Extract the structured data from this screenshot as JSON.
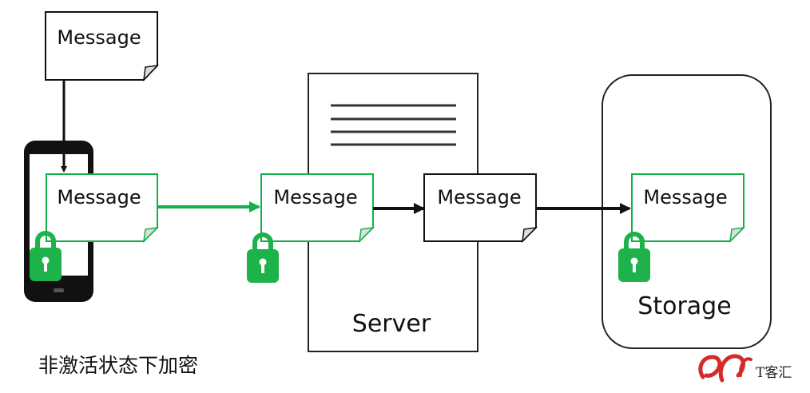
{
  "notes": {
    "top": "Message",
    "phone": "Message",
    "server_in": "Message",
    "server_out": "Message",
    "storage": "Message"
  },
  "server": {
    "label": "Server"
  },
  "storage": {
    "label": "Storage"
  },
  "caption": "非激活状态下加密",
  "logo": {
    "text": "T客汇"
  },
  "colors": {
    "encrypted": "#12b04a",
    "plain": "#111111",
    "lock": "#1db24a"
  }
}
